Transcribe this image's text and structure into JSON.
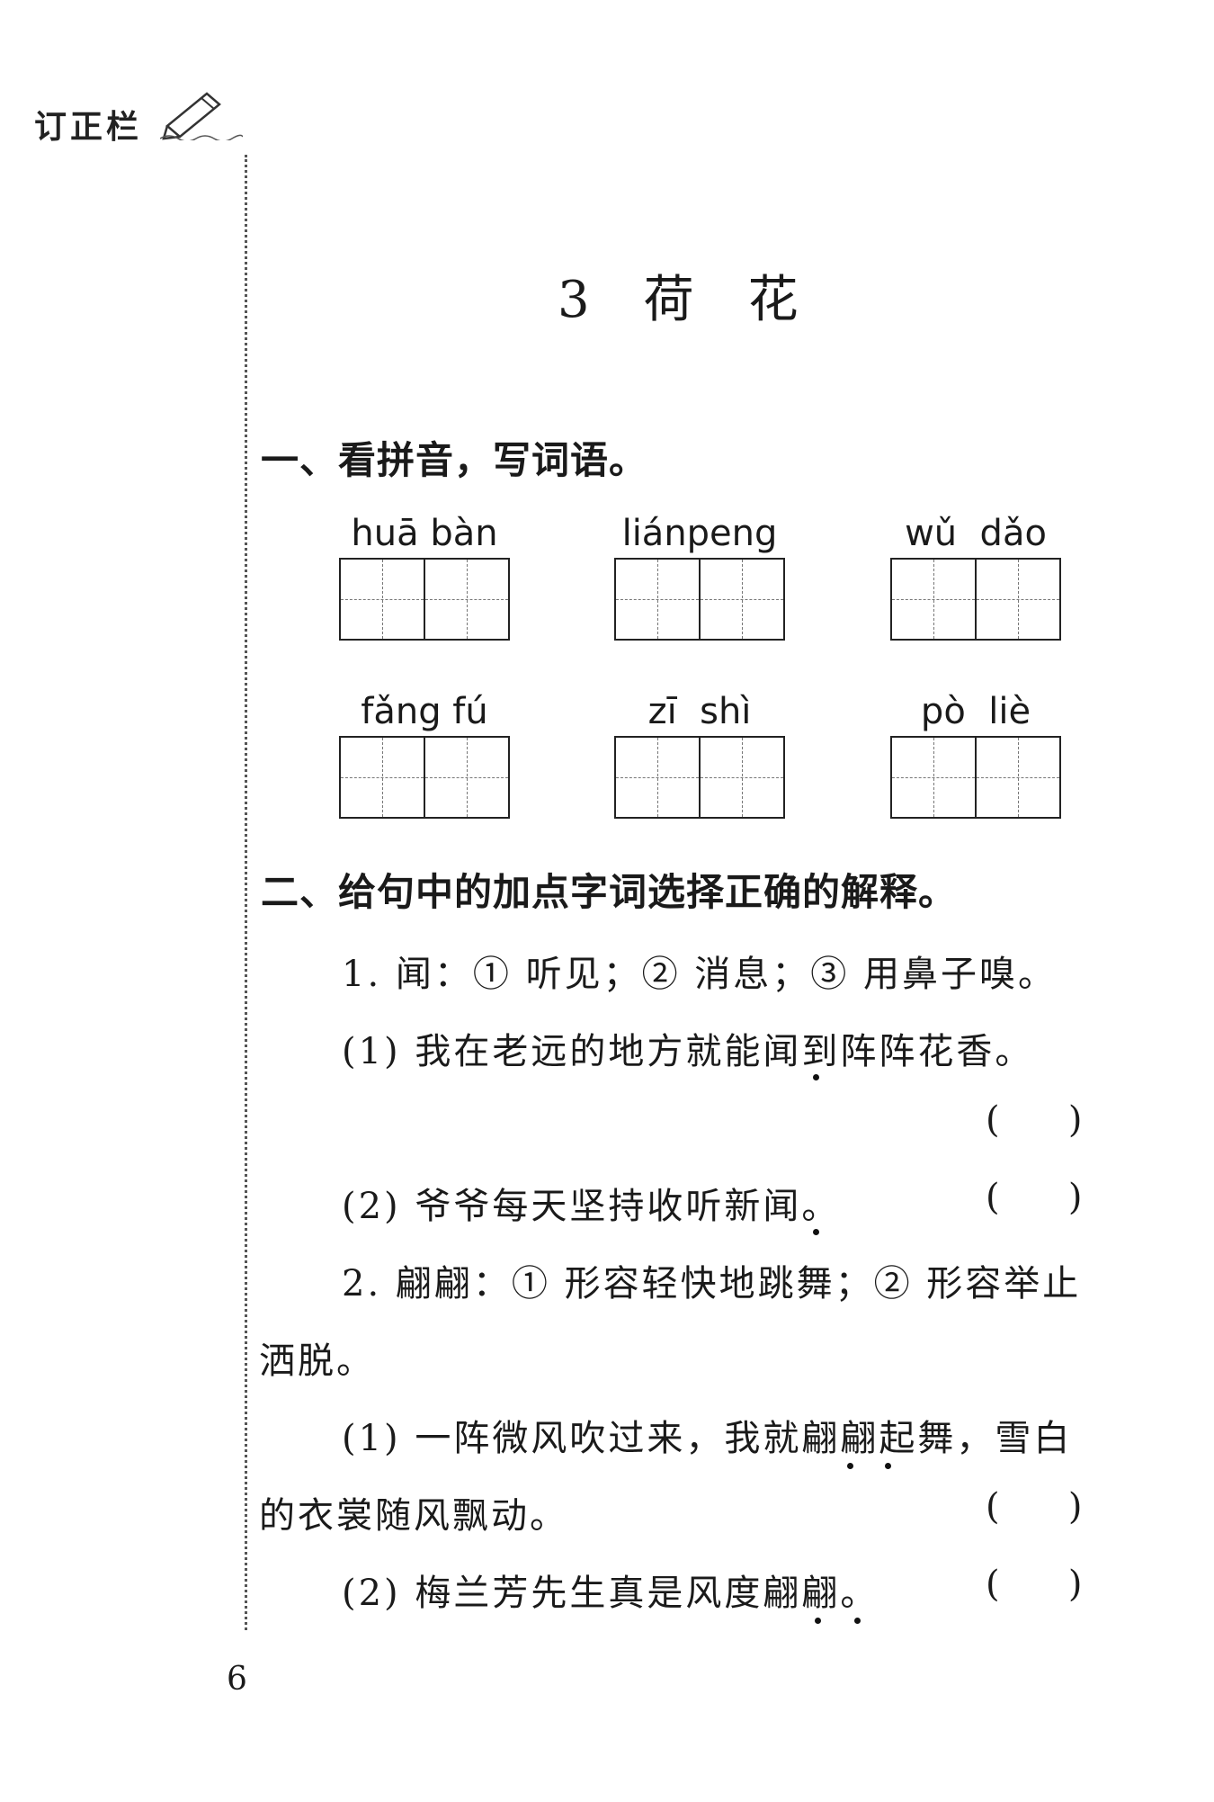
{
  "margin": {
    "label": "订正栏",
    "page_number": "6"
  },
  "title": "3　荷　花",
  "section1": {
    "heading": "一、看拼音，写词语。",
    "items": [
      {
        "pinyin": "huā bàn"
      },
      {
        "pinyin": "liánpeng"
      },
      {
        "pinyin": "wǔ  dǎo"
      },
      {
        "pinyin": "fǎng fú"
      },
      {
        "pinyin": "zī  shì"
      },
      {
        "pinyin": "pò  liè"
      }
    ]
  },
  "section2": {
    "heading": "二、给句中的加点字词选择正确的解释。",
    "q1": {
      "stem": "1. 闻：① 听见；② 消息；③ 用鼻子嗅。",
      "s1": "(1) 我在老远的地方就能闻到阵阵花香。",
      "s2": "(2) 爷爷每天坚持收听新闻。"
    },
    "q2": {
      "stem_line1": "2. 翩翩：① 形容轻快地跳舞；② 形容举止",
      "stem_line2": "洒脱。",
      "s1_line1": "(1) 一阵微风吹过来，我就翩翩起舞，雪白",
      "s1_line2": "的衣裳随风飘动。",
      "s2": "(2) 梅兰芳先生真是风度翩翩。"
    },
    "answer_paren": "(      )"
  }
}
